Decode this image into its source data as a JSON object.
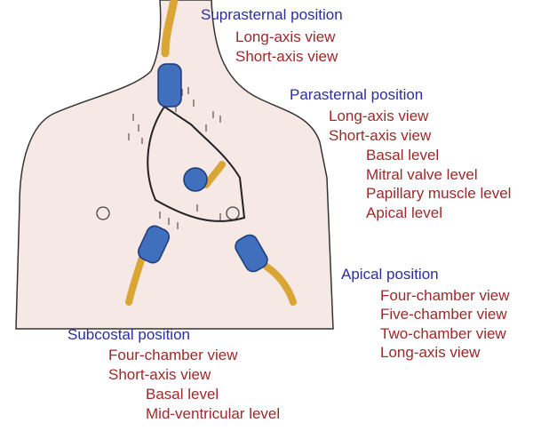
{
  "colors": {
    "position_heading": "#2b2f9c",
    "view_text": "#9b2a2a",
    "skin": "#f6e8e4",
    "outline": "#333333",
    "probe_body": "#3f6fbd",
    "probe_cable": "#d9a535"
  },
  "suprasternal": {
    "heading": "Suprasternal position",
    "views": [
      "Long-axis view",
      "Short-axis view"
    ]
  },
  "parasternal": {
    "heading": "Parasternal position",
    "views": [
      "Long-axis view",
      "Short-axis view"
    ],
    "levels": [
      "Basal level",
      "Mitral valve level",
      "Papillary muscle level",
      "Apical level"
    ]
  },
  "apical": {
    "heading": "Apical position",
    "views": [
      "Four-chamber view",
      "Five-chamber view",
      "Two-chamber view",
      "Long-axis view"
    ]
  },
  "subcostal": {
    "heading": "Subcostal position",
    "views": [
      "Four-chamber view",
      "Short-axis view"
    ],
    "levels": [
      "Basal level",
      "Mid-ventricular level"
    ]
  }
}
